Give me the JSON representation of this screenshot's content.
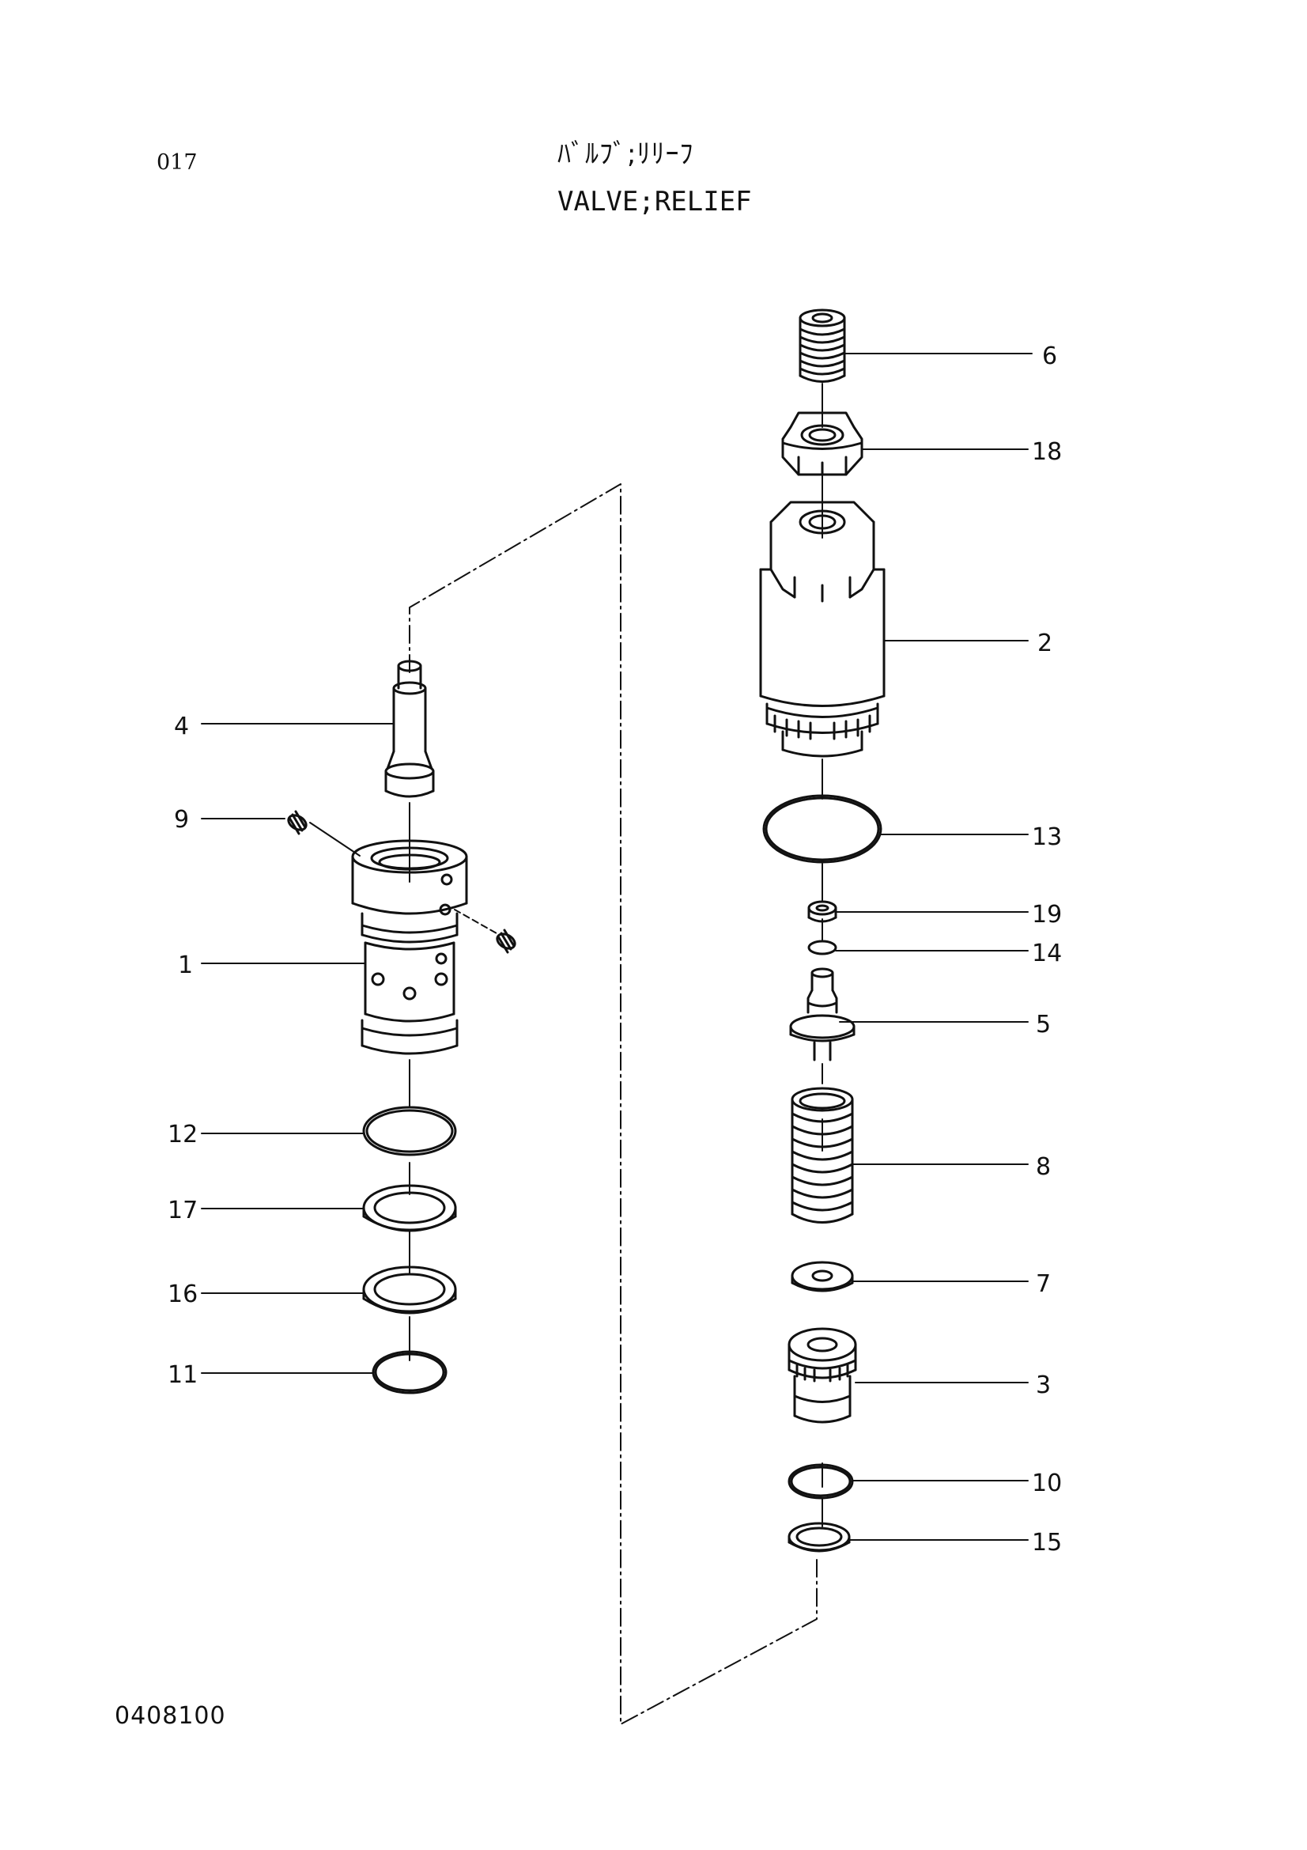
{
  "page_number": "017",
  "title_jp": "ﾊﾞﾙﾌﾞ;ﾘﾘｰﾌ",
  "title_en": "VALVE;RELIEF",
  "drawing_number": "0408100",
  "callouts": {
    "p1": "1",
    "p2": "2",
    "p3": "3",
    "p4": "4",
    "p5": "5",
    "p6": "6",
    "p7": "7",
    "p8": "8",
    "p9": "9",
    "p10": "10",
    "p11": "11",
    "p12": "12",
    "p13": "13",
    "p14": "14",
    "p15": "15",
    "p16": "16",
    "p17": "17",
    "p18": "18",
    "p19": "19"
  }
}
